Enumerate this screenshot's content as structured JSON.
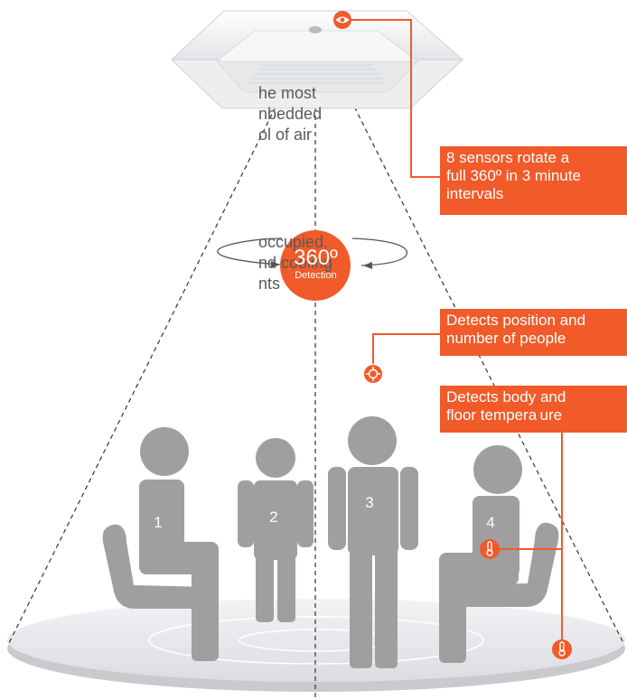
{
  "intro_text": {
    "paragraph_1": [
      "he most",
      "nbedded",
      "ol of air"
    ],
    "paragraph_2": [
      "occupied,",
      "nd cooling",
      "nts"
    ]
  },
  "detection_badge": {
    "value": "360º",
    "label": "Detection"
  },
  "callouts": {
    "sensors": [
      "8 sensors rotate a",
      "full 360º in 3 minute",
      "intervals"
    ],
    "position": [
      "Detects position and",
      "number of people"
    ],
    "temperature": [
      "Detects body and",
      "floor tempera ure"
    ]
  },
  "people_numbers": [
    "1",
    "2",
    "3",
    "4"
  ],
  "colors": {
    "accent": "#f15a29",
    "figure": "#a09e9e",
    "floor": "#e7e8eb",
    "text": "#5a5a5a"
  },
  "icons": [
    "eye-icon",
    "crosshair-icon",
    "thermometer-icon"
  ]
}
